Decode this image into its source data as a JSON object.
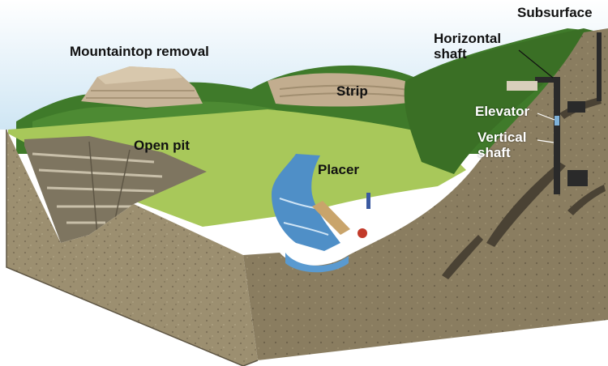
{
  "labels": {
    "mountaintop_removal": "Mountaintop removal",
    "strip": "Strip",
    "open_pit": "Open pit",
    "placer": "Placer",
    "subsurface": "Subsurface",
    "horizontal_shaft_line1": "Horizontal",
    "horizontal_shaft_line2": "shaft",
    "elevator": "Elevator",
    "vertical_shaft_line1": "Vertical",
    "vertical_shaft_line2": "shaft"
  },
  "colors": {
    "sky": "#bfe0f2",
    "forest": "#3f7a2a",
    "grass": "#a8c85a",
    "soil_side": "#a39677",
    "soil_front": "#8d8062",
    "river": "#4f8fc7",
    "shaft": "#2a2a2a"
  }
}
